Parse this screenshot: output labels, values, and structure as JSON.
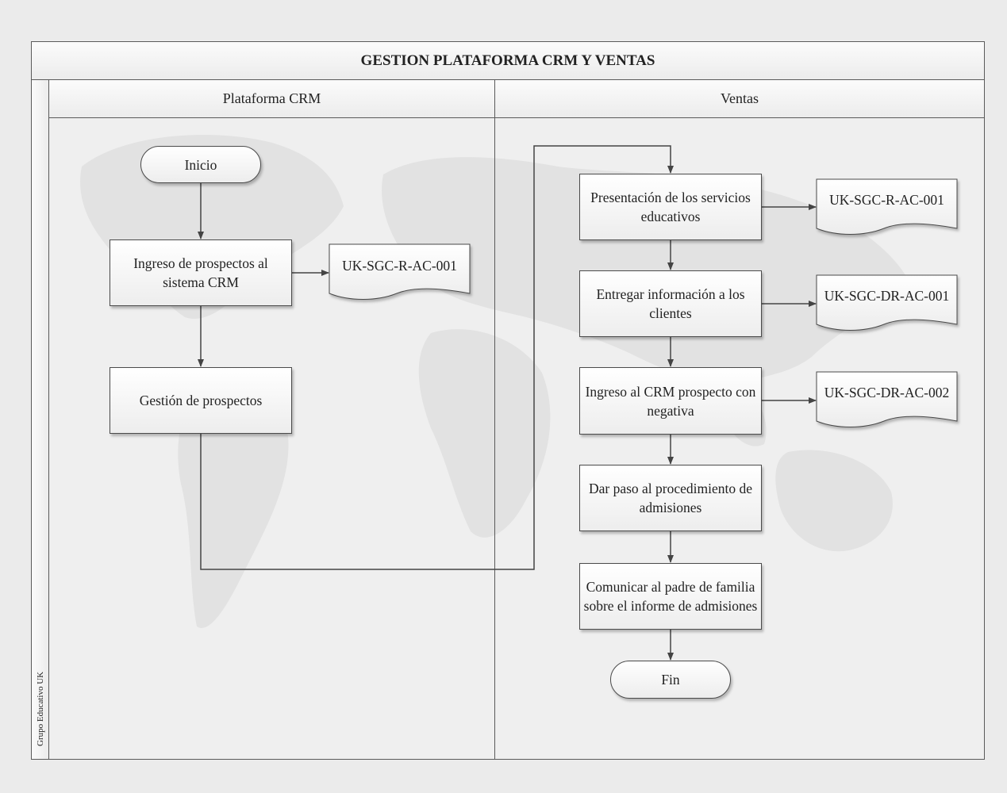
{
  "title": "GESTION PLATAFORMA CRM Y VENTAS",
  "pool_label": "Grupo Educativo UK",
  "lanes": [
    "Plataforma CRM",
    "Ventas"
  ],
  "nodes": {
    "start": "Inicio",
    "ingreso": "Ingreso de prospectos al sistema CRM",
    "gestion": "Gestión de prospectos",
    "presentacion": "Presentación de los servicios educativos",
    "entregar": "Entregar información a los clientes",
    "ingreso_crm": "Ingreso al CRM prospecto con negativa",
    "dar_paso": "Dar paso al procedimiento de admisiones",
    "comunicar": "Comunicar al padre de familia sobre el informe de admisiones",
    "end": "Fin"
  },
  "documents": {
    "doc_ingreso": "UK-SGC-R-AC-001",
    "doc_presentacion": "UK-SGC-R-AC-001",
    "doc_entregar": "UK-SGC-DR-AC-001",
    "doc_ingreso_crm": "UK-SGC-DR-AC-002"
  },
  "colors": {
    "line": "#444444",
    "header_fill": "#f4f4f4",
    "background": "#efefef"
  }
}
